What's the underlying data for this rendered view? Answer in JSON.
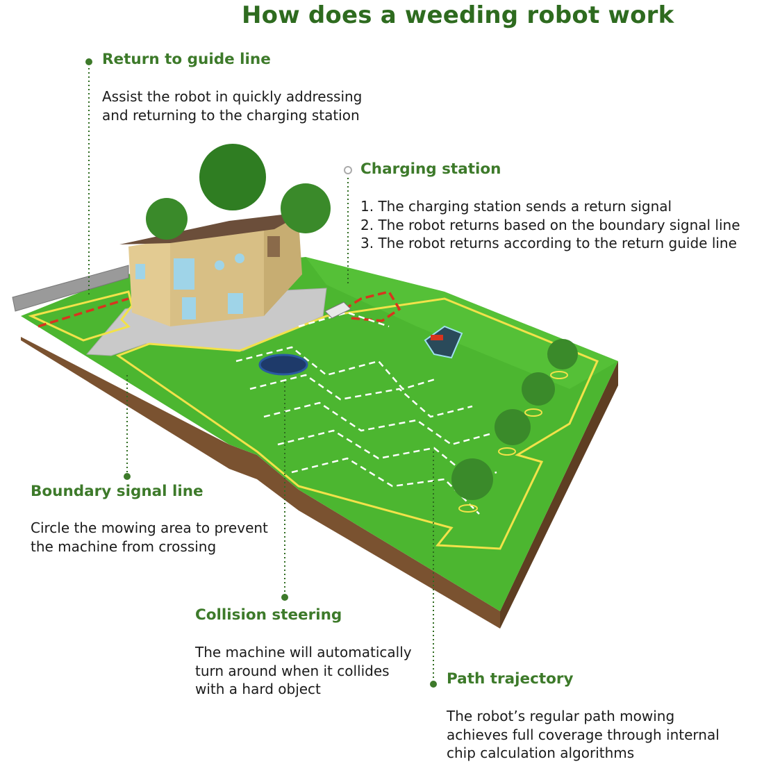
{
  "title": "How does a weeding robot work",
  "colors": {
    "heading": "#3d7a2a",
    "title": "#2e6b1f",
    "grass": "#4cb630",
    "grass_dark": "#3a9a22",
    "soil": "#7a5230",
    "boundary_wire": "#f2e24a",
    "guide_wire": "#d8341e",
    "path": "#ffffff"
  },
  "icons": [
    "house-icon",
    "tree-icon",
    "robot-mower-icon",
    "charging-station-icon",
    "trampoline-icon"
  ],
  "callouts": {
    "return_guide": {
      "heading": "Return to guide line",
      "lines": [
        "Assist the robot in quickly addressing",
        "and returning to the charging station"
      ]
    },
    "charging_station": {
      "heading": "Charging station",
      "lines": [
        "1. The charging station sends a return signal",
        "2. The robot returns based on the boundary signal line",
        "3. The robot returns according to the return guide line"
      ]
    },
    "boundary": {
      "heading": "Boundary signal line",
      "lines": [
        "Circle the mowing area to prevent",
        "the machine from crossing"
      ]
    },
    "collision": {
      "heading": "Collision steering",
      "lines": [
        "The machine will automatically",
        "turn around when it collides",
        "with a hard object"
      ]
    },
    "path": {
      "heading": "Path trajectory",
      "lines": [
        "The robot’s regular path mowing",
        "achieves full coverage through internal",
        "chip calculation algorithms"
      ]
    }
  }
}
